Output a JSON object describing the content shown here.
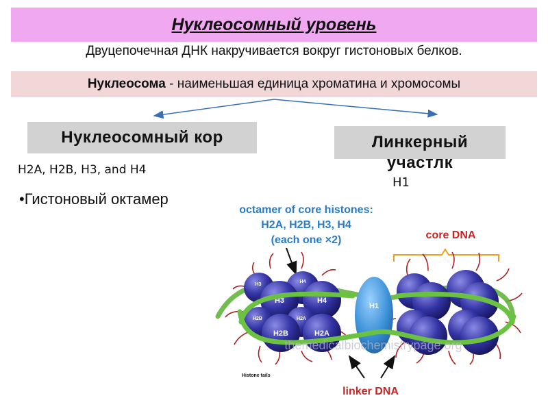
{
  "title": "Нуклеосомный уровень",
  "subtitle": "Двуцепочечная ДНК накручивается вокруг гистоновых белков.",
  "definition": {
    "term": "Нуклеосома",
    "rest": " - наименьшая единица хроматина и хромосомы"
  },
  "left_box": {
    "label": "Нуклеосомный кор",
    "histones": "H2A, H2B, H3, and H4",
    "bullet": "•Гистоновый октамер"
  },
  "right_box": {
    "label_line1": "Линкерный",
    "label_line2": "участлк",
    "h1": "H1"
  },
  "figure": {
    "octamer_line1": "octamer of core histones:",
    "octamer_line2": "H2A, H2B, H3, H4",
    "octamer_line3": "(each one ×2)",
    "core_dna": "core DNA",
    "linker_dna": "linker DNA",
    "histone_tails": "Histone tails",
    "h1": "H1",
    "h3": "H3",
    "h4": "H4",
    "h2b": "H2B",
    "h2a": "H2A",
    "h3_small": "H3",
    "h4_small": "H4",
    "h2b_small": "H2B",
    "h2a_small": "H2A",
    "watermark": "themedicalbiochemistrypage.org"
  },
  "colors": {
    "title_bg": "#f0a8f0",
    "def_bg": "#f2d7d9",
    "box_bg": "#d2d2d2",
    "arrow": "#3a6fb5",
    "dna": "#6ac142",
    "histone": "#2c2c8c",
    "h1": "#3a8fd6",
    "label_blue": "#2a7bc4",
    "label_red": "#cc2222"
  }
}
